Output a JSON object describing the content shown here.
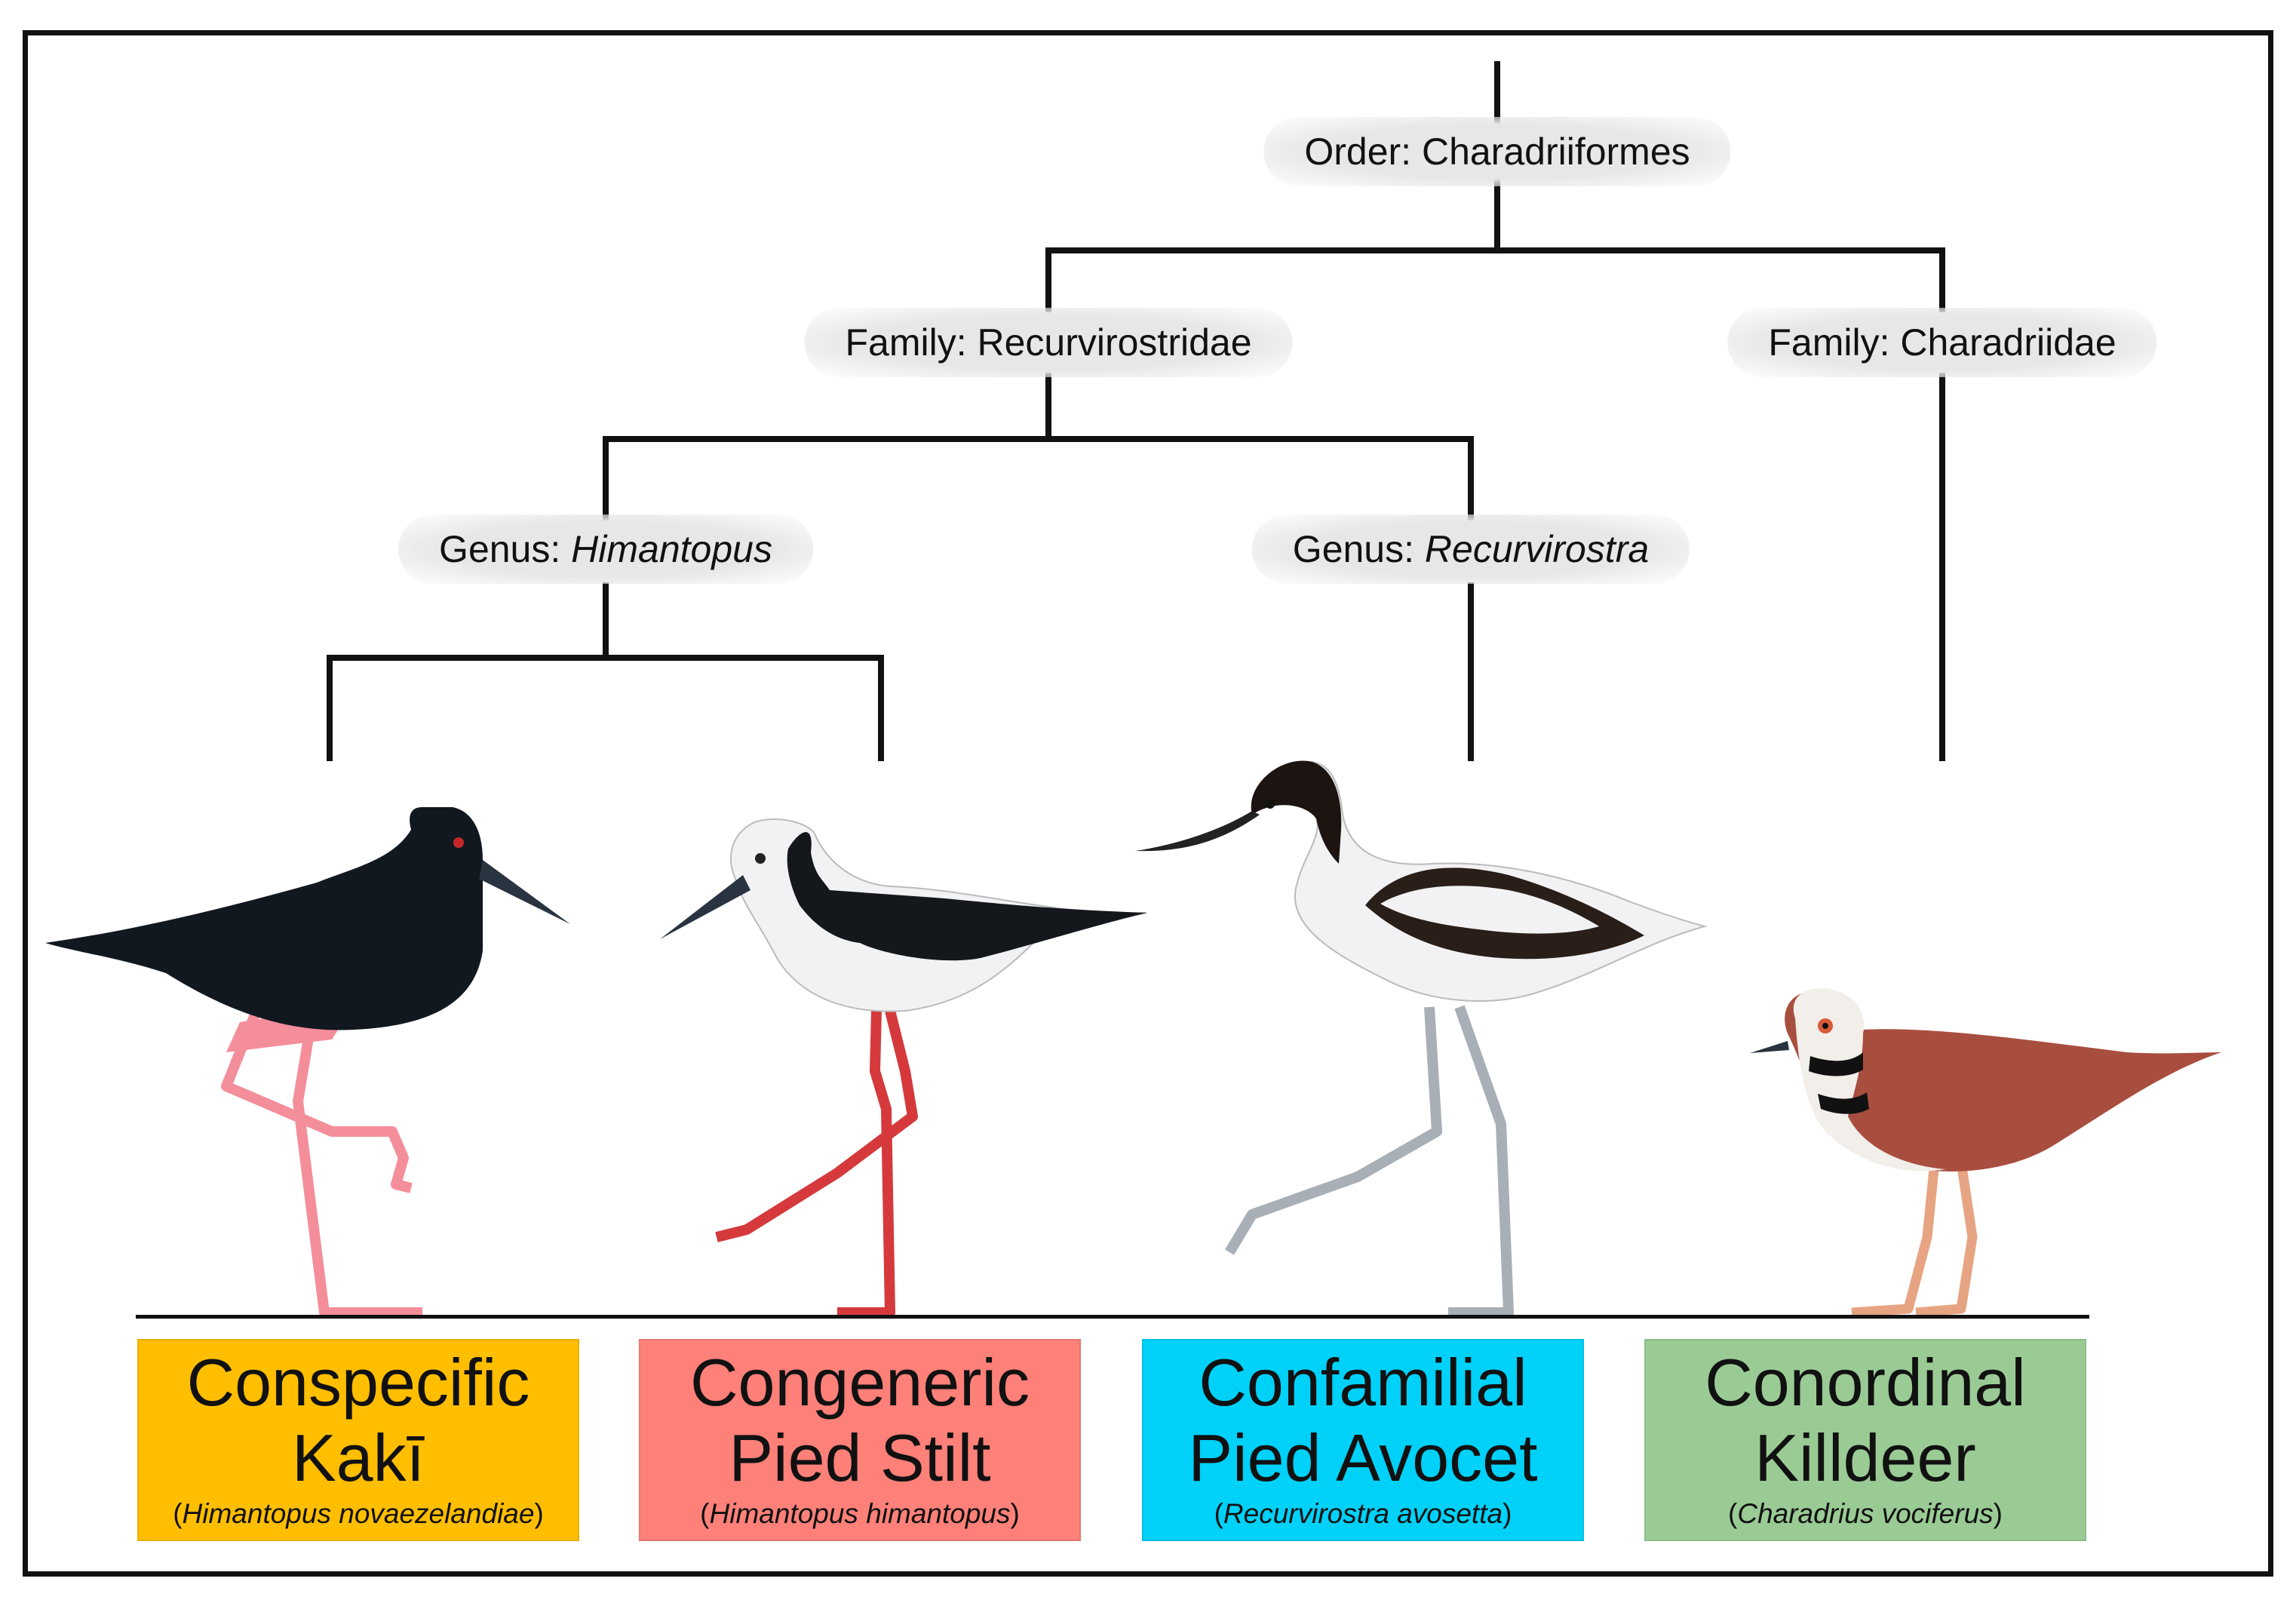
{
  "tree": {
    "order": {
      "level": "Order: ",
      "name": "Charadriiformes"
    },
    "family_left": {
      "level": "Family: ",
      "name": "Recurvirostridae"
    },
    "family_right": {
      "level": "Family: ",
      "name": "Charadriidae"
    },
    "genus_left": {
      "level": "Genus: ",
      "name": "Himantopus"
    },
    "genus_right": {
      "level": "Genus: ",
      "name": "Recurvirostra"
    }
  },
  "cards": [
    {
      "relation": "Conspecific",
      "common": "Kakī",
      "scientific": "Himantopus novaezelandiae",
      "color": "#FFBE00"
    },
    {
      "relation": "Congeneric",
      "common": "Pied Stilt",
      "scientific": "Himantopus himantopus",
      "color": "#FD8079"
    },
    {
      "relation": "Confamilial",
      "common": "Pied Avocet",
      "scientific": "Recurvirostra avosetta",
      "color": "#00D1F8"
    },
    {
      "relation": "Conordinal",
      "common": "Killdeer",
      "scientific": "Charadrius vociferus",
      "color": "#9ACB95"
    }
  ],
  "birds": [
    {
      "icon": "kaki-bird-icon",
      "leg_color": "#F48E9B",
      "body_color": "#111820"
    },
    {
      "icon": "pied-stilt-bird-icon",
      "leg_color": "#D5393C",
      "body_color": "#F2F2F4"
    },
    {
      "icon": "pied-avocet-bird-icon",
      "leg_color": "#A8AFB6",
      "body_color": "#F2F2F4"
    },
    {
      "icon": "killdeer-bird-icon",
      "leg_color": "#E7A483",
      "body_color": "#A84E3F"
    }
  ]
}
